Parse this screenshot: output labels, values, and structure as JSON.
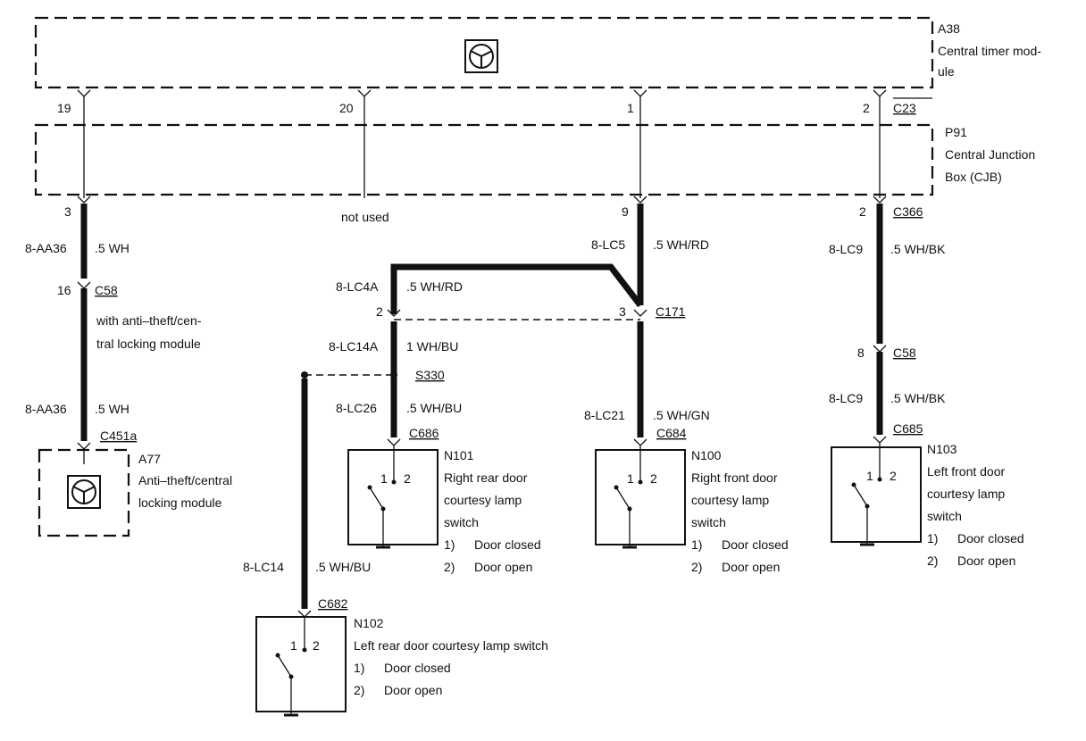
{
  "modules": {
    "a38": {
      "id": "A38",
      "line1": "Central timer mod-",
      "line2": "ule",
      "icon": "steering-wheel-icon"
    },
    "p91": {
      "id": "P91",
      "line1": "Central Junction",
      "line2": "Box (CJB)"
    },
    "a77": {
      "id": "A77",
      "line1": "Anti–theft/central",
      "line2": "locking module",
      "icon": "steering-wheel-icon"
    }
  },
  "pins": {
    "a38_19": "19",
    "a38_20": "20",
    "a38_1": "1",
    "a38_2": "2",
    "cjb_3": "3",
    "cjb_9": "9",
    "cjb_2": "2",
    "c58_16": "16",
    "c171_2": "2",
    "c171_3": "3",
    "c58b_8": "8"
  },
  "connectors": {
    "c23": "C23",
    "c366": "C366",
    "c58": "C58",
    "c171": "C171",
    "c58b": "C58",
    "c451a": "C451a",
    "c686": "C686",
    "c684": "C684",
    "c685": "C685",
    "c682": "C682",
    "s330": "S330"
  },
  "notes": {
    "not_used": "not used",
    "c58_note1": "with anti–theft/cen-",
    "c58_note2": "tral locking module"
  },
  "wires": {
    "aa36_a": {
      "id": "8-AA36",
      "spec": ".5 WH"
    },
    "aa36_b": {
      "id": "8-AA36",
      "spec": ".5 WH"
    },
    "lc5": {
      "id": "8-LC5",
      "spec": ".5 WH/RD"
    },
    "lc4a": {
      "id": "8-LC4A",
      "spec": ".5 WH/RD"
    },
    "lc14a": {
      "id": "8-LC14A",
      "spec": "1 WH/BU"
    },
    "lc26": {
      "id": "8-LC26",
      "spec": ".5 WH/BU"
    },
    "lc21": {
      "id": "8-LC21",
      "spec": ".5 WH/GN"
    },
    "lc9_a": {
      "id": "8-LC9",
      "spec": ".5 WH/BK"
    },
    "lc9_b": {
      "id": "8-LC9",
      "spec": ".5 WH/BK"
    },
    "lc14": {
      "id": "8-LC14",
      "spec": ".5 WH/BU"
    }
  },
  "switches": {
    "n101": {
      "id": "N101",
      "line1": "Right rear door",
      "line2": "courtesy lamp",
      "line3": "switch",
      "opt1_num": "1)",
      "opt1": "Door closed",
      "opt2_num": "2)",
      "opt2": "Door open",
      "pin1": "1",
      "pin2": "2"
    },
    "n100": {
      "id": "N100",
      "line1": "Right front door",
      "line2": "courtesy lamp",
      "line3": "switch",
      "opt1_num": "1)",
      "opt1": "Door closed",
      "opt2_num": "2)",
      "opt2": "Door open",
      "pin1": "1",
      "pin2": "2"
    },
    "n103": {
      "id": "N103",
      "line1": "Left front door",
      "line2": "courtesy lamp",
      "line3": "switch",
      "opt1_num": "1)",
      "opt1": "Door closed",
      "opt2_num": "2)",
      "opt2": "Door open",
      "pin1": "1",
      "pin2": "2"
    },
    "n102": {
      "id": "N102",
      "line1": "Left rear door courtesy lamp switch",
      "opt1_num": "1)",
      "opt1": "Door closed",
      "opt2_num": "2)",
      "opt2": "Door open",
      "pin1": "1",
      "pin2": "2"
    }
  }
}
